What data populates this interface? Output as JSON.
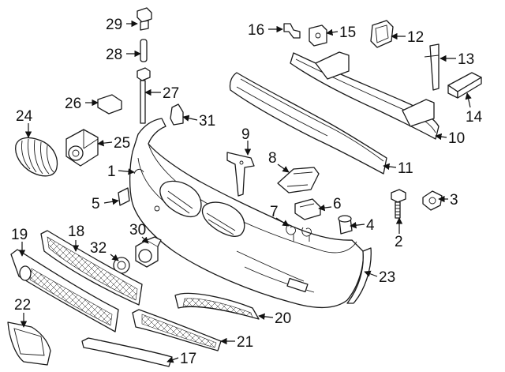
{
  "diagram": {
    "callouts": {
      "c1": "1",
      "c2": "2",
      "c3": "3",
      "c4": "4",
      "c5": "5",
      "c6": "6",
      "c7": "7",
      "c8": "8",
      "c9": "9",
      "c10": "10",
      "c11": "11",
      "c12": "12",
      "c13": "13",
      "c14": "14",
      "c15": "15",
      "c16": "16",
      "c17": "17",
      "c18": "18",
      "c19": "19",
      "c20": "20",
      "c21": "21",
      "c22": "22",
      "c23": "23",
      "c24": "24",
      "c25": "25",
      "c26": "26",
      "c27": "27",
      "c28": "28",
      "c29": "29",
      "c30": "30",
      "c31": "31",
      "c32": "32"
    }
  }
}
